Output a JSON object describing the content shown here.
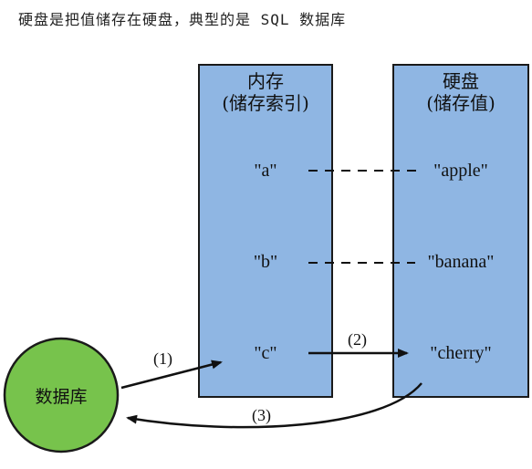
{
  "caption": "硬盘是把值储存在硬盘，典型的是 SQL 数据库",
  "memory": {
    "title": "内存",
    "subtitle": "(储存索引)",
    "keys": [
      "\"a\"",
      "\"b\"",
      "\"c\""
    ]
  },
  "disk": {
    "title": "硬盘",
    "subtitle": "(储存值)",
    "values": [
      "\"apple\"",
      "\"banana\"",
      "\"cherry\""
    ]
  },
  "database": {
    "label": "数据库",
    "fill": "#77c34c"
  },
  "steps": [
    "(1)",
    "(2)",
    "(3)"
  ],
  "colors": {
    "block_fill": "#8fb6e3",
    "border": "#1a1a1a"
  }
}
